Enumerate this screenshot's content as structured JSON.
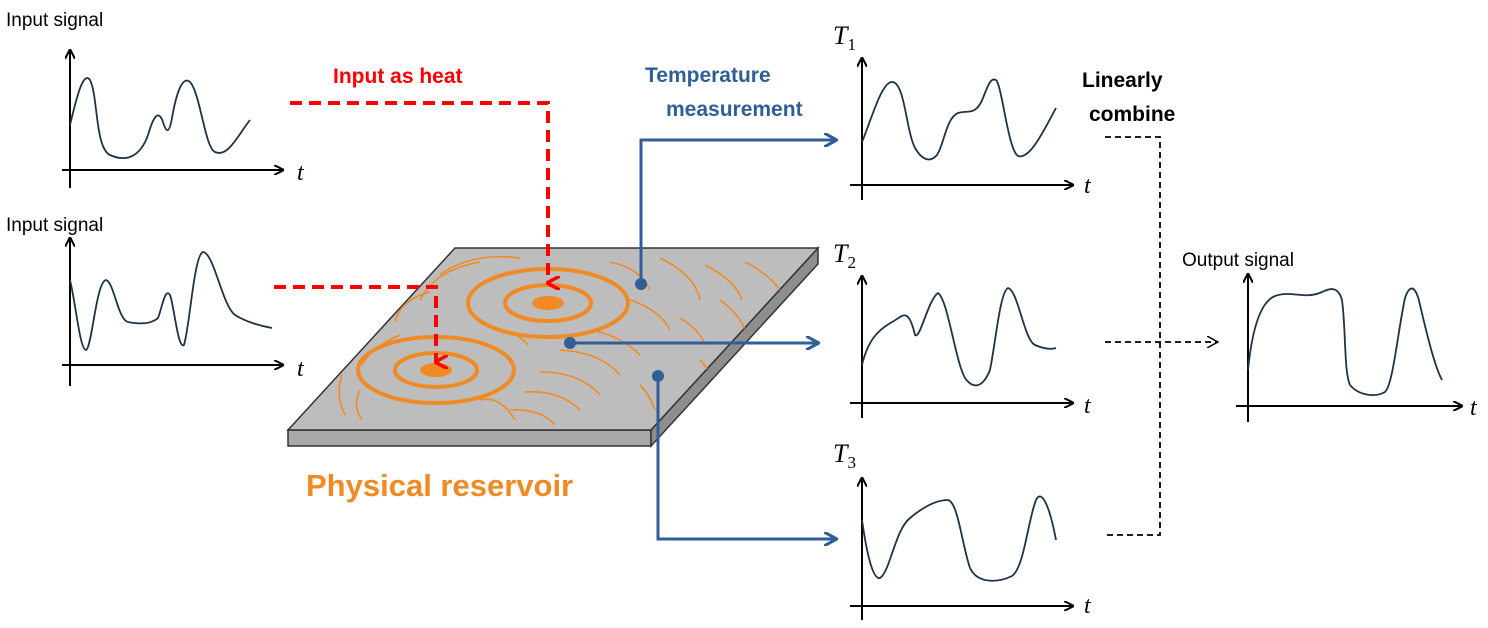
{
  "labels": {
    "input_signal_1": "Input signal",
    "input_signal_2": "Input signal",
    "input_as_heat": "Input as heat",
    "temperature": "Temperature",
    "measurement": "measurement",
    "linearly": "Linearly",
    "combine": "combine",
    "output_signal": "Output signal",
    "physical_reservoir": "Physical reservoir",
    "time_axis": "t",
    "temp_symbol": "T",
    "sub_1": "1",
    "sub_2": "2",
    "sub_3": "3"
  },
  "colors": {
    "heat": "#ff0000",
    "measure": "#2f5f96",
    "reservoir": "#f08a24",
    "plate": "#bdbdbd",
    "curve": "#1f3346"
  }
}
